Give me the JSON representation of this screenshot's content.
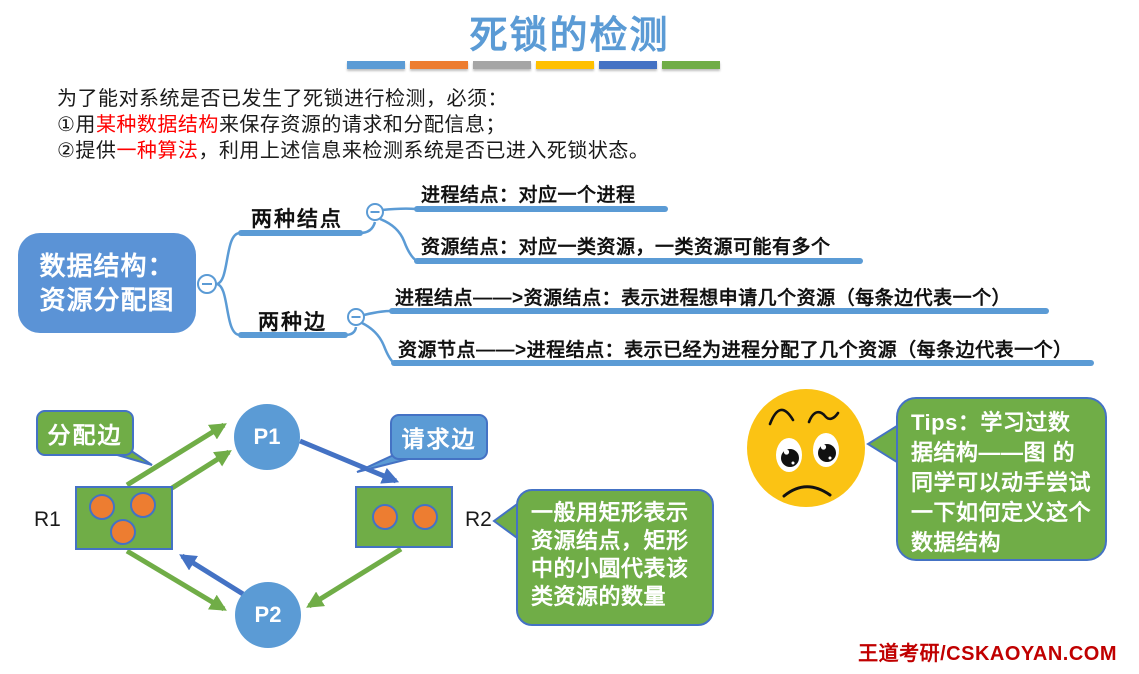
{
  "title": "死锁的检测",
  "header": {
    "bar_colors": [
      "#5B9BD5",
      "#ED7D31",
      "#A5A5A5",
      "#FFC000",
      "#4472C4",
      "#70AD47"
    ]
  },
  "intro": {
    "line1": "为了能对系统是否已发生了死锁进行检测，必须：",
    "line2_pre": "①用",
    "line2_red": "某种数据结构",
    "line2_post": "来保存资源的请求和分配信息；",
    "line3_pre": "②提供",
    "line3_red": "一种算法",
    "line3_post": "，利用上述信息来检测系统是否已进入死锁状态。"
  },
  "mindmap": {
    "root_line1": "数据结构：",
    "root_line2": "资源分配图",
    "branches": [
      {
        "label": "两种结点",
        "children": [
          "进程结点：对应一个进程",
          "资源结点：对应一类资源，一类资源可能有多个"
        ]
      },
      {
        "label": "两种边",
        "children": [
          "进程结点——>资源结点：表示进程想申请几个资源（每条边代表一个）",
          "资源节点——>进程结点：表示已经为进程分配了几个资源（每条边代表一个）"
        ]
      }
    ]
  },
  "diagram": {
    "allocation_edge_label": "分配边",
    "request_edge_label": "请求边",
    "processes": [
      {
        "id": "P1"
      },
      {
        "id": "P2"
      }
    ],
    "resources": [
      {
        "id": "R1",
        "units": 3
      },
      {
        "id": "R2",
        "units": 2
      }
    ],
    "edges": [
      {
        "from": "R1",
        "to": "P1",
        "type": "allocation",
        "count": 2
      },
      {
        "from": "R1",
        "to": "P2",
        "type": "allocation",
        "count": 1
      },
      {
        "from": "R2",
        "to": "P2",
        "type": "allocation",
        "count": 1
      },
      {
        "from": "P1",
        "to": "R2",
        "type": "request",
        "count": 1
      },
      {
        "from": "P2",
        "to": "R1",
        "type": "request",
        "count": 1
      }
    ],
    "note": "一般用矩形表示资源结点，矩形中的小圆代表该类资源的数量"
  },
  "tips": {
    "label": "Tips：",
    "body": "学习过数据结构——图 的同学可以动手尝试一下如何定义这个数据结构"
  },
  "watermark": "王道考研/CSKAOYAN.COM",
  "colors": {
    "title_blue": "#5B9BD5",
    "mindmap_blue": "#5B9BD5",
    "green": "#70AD47",
    "orange": "#ED7D31",
    "edge_blue": "#4472C4",
    "highlight_red": "#FF0000",
    "watermark_red": "#C00000",
    "emoji_yellow": "#FBC314"
  }
}
